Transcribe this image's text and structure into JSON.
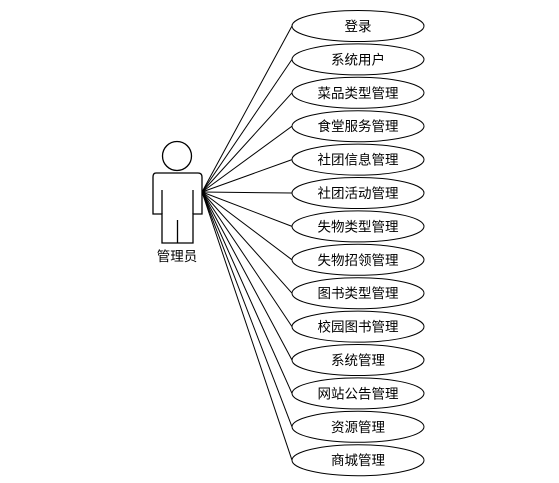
{
  "actor": {
    "name": "管理员"
  },
  "use_cases": [
    "登录",
    "系统用户",
    "菜品类型管理",
    "食堂服务管理",
    "社团信息管理",
    "社团活动管理",
    "失物类型管理",
    "失物招领管理",
    "图书类型管理",
    "校园图书管理",
    "系统管理",
    "网站公告管理",
    "资源管理",
    "商城管理"
  ]
}
